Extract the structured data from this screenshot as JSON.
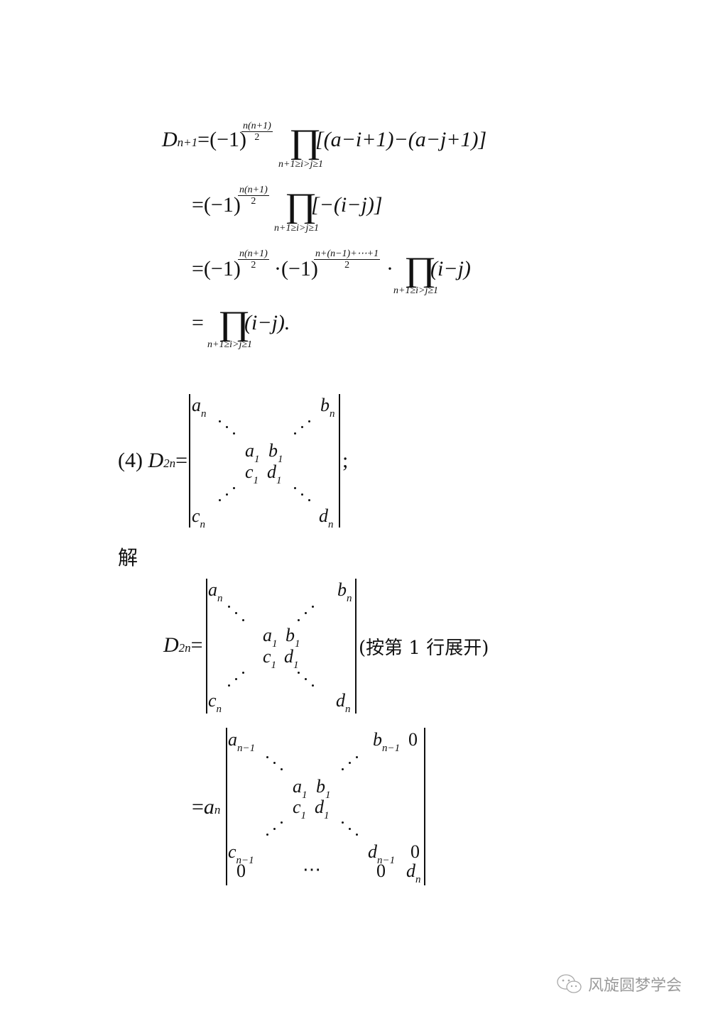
{
  "derivation": {
    "line1": {
      "lhs": "D",
      "lhs_sub": "n+1",
      "eq": "=",
      "sign_base": "(−1)",
      "exp_num": "n(n+1)",
      "exp_den": "2",
      "prod": "∏",
      "prod_limits": "n+1≥i>j≥1",
      "body": "[(a−i+1)−(a−j+1)]"
    },
    "line2": {
      "eq": "=",
      "sign_base": "(−1)",
      "exp_num": "n(n+1)",
      "exp_den": "2",
      "prod": "∏",
      "prod_limits": "n+1≥i>j≥1",
      "body": "[−(i−j)]"
    },
    "line3": {
      "eq": "=",
      "sign_base1": "(−1)",
      "exp1_num": "n(n+1)",
      "exp1_den": "2",
      "cdot1": "·",
      "sign_base2": "(−1)",
      "exp2_num": "n+(n−1)+⋯+1",
      "exp2_den": "2",
      "cdot2": "·",
      "prod": "∏",
      "prod_limits": "n+1≥i>j≥1",
      "body": "(i−j)"
    },
    "line4": {
      "eq": "=",
      "prod": "∏",
      "prod_limits": "n+1≥i>j≥1",
      "body": "(i−j)."
    }
  },
  "problem4": {
    "label": "(4)",
    "lhs": "D",
    "lhs_sub": "2n",
    "eq": "=",
    "end": ";",
    "matrix": {
      "an": [
        "a",
        "n"
      ],
      "bn": [
        "b",
        "n"
      ],
      "a1": [
        "a",
        "1"
      ],
      "b1": [
        "b",
        "1"
      ],
      "c1": [
        "c",
        "1"
      ],
      "d1": [
        "d",
        "1"
      ],
      "cn": [
        "c",
        "n"
      ],
      "dn": [
        "d",
        "n"
      ]
    }
  },
  "solution": {
    "heading": "解",
    "step1": {
      "lhs": "D",
      "lhs_sub": "2n",
      "eq": "=",
      "note": "(按第 1 行展开)",
      "matrix": {
        "an": [
          "a",
          "n"
        ],
        "bn": [
          "b",
          "n"
        ],
        "a1": [
          "a",
          "1"
        ],
        "b1": [
          "b",
          "1"
        ],
        "c1": [
          "c",
          "1"
        ],
        "d1": [
          "d",
          "1"
        ],
        "cn": [
          "c",
          "n"
        ],
        "dn": [
          "d",
          "n"
        ]
      }
    },
    "step2": {
      "eq": "=",
      "coef": "a",
      "coef_sub": "n",
      "matrix": {
        "an1": [
          "a",
          "n−1"
        ],
        "bn1": [
          "b",
          "n−1"
        ],
        "zero_tr": "0",
        "a1": [
          "a",
          "1"
        ],
        "b1": [
          "b",
          "1"
        ],
        "c1": [
          "c",
          "1"
        ],
        "d1": [
          "d",
          "1"
        ],
        "cn1": [
          "c",
          "n−1"
        ],
        "dn1": [
          "d",
          "n−1"
        ],
        "zero_mr": "0",
        "zero_bl": "0",
        "hdots": "⋯",
        "zero_bm": "0",
        "dn": [
          "d",
          "n"
        ]
      }
    }
  },
  "watermark": {
    "icon": "wechat-icon",
    "text": "风旋圆梦学会"
  }
}
